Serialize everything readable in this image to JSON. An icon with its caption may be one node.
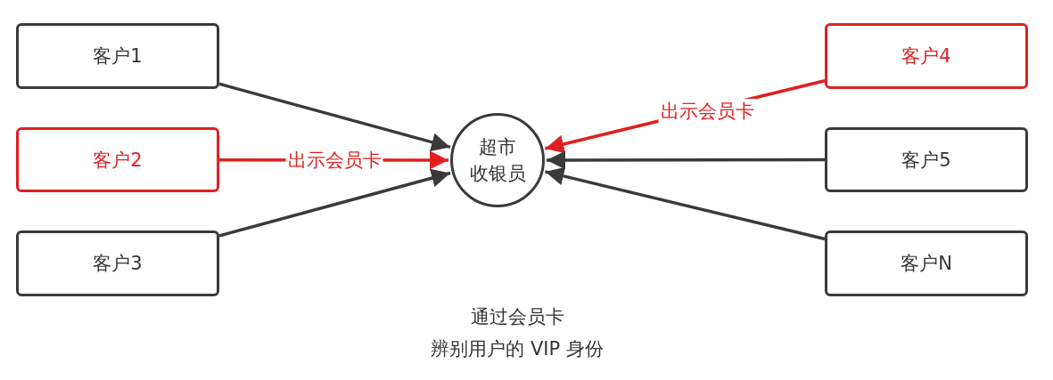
{
  "diagram": {
    "nodes": [
      {
        "text": [
          "客户1"
        ]
      },
      {
        "text": [
          "客户2"
        ]
      },
      {
        "text": [
          "客户3"
        ]
      },
      {
        "text": [
          "超市",
          "收银员"
        ]
      },
      {
        "text": [
          "客户4"
        ]
      },
      {
        "text": [
          "客户5"
        ]
      },
      {
        "text": [
          "客户N"
        ]
      }
    ],
    "edges": [
      {
        "from": 0,
        "to": 3,
        "arrow": "to"
      },
      {
        "from": 1,
        "to": 3,
        "arrow": "to",
        "label": "出示会员卡",
        "color": "#e02020"
      },
      {
        "from": 2,
        "to": 3,
        "arrow": "to"
      },
      {
        "from": 4,
        "to": 3,
        "arrow": "to",
        "label": "出示会员卡",
        "color": "#e02020"
      },
      {
        "from": 5,
        "to": 3,
        "arrow": "to"
      },
      {
        "from": 6,
        "to": 3,
        "arrow": "to"
      }
    ],
    "labels": [
      "通过会员卡",
      "辨别用户的 VIP 身份"
    ]
  }
}
